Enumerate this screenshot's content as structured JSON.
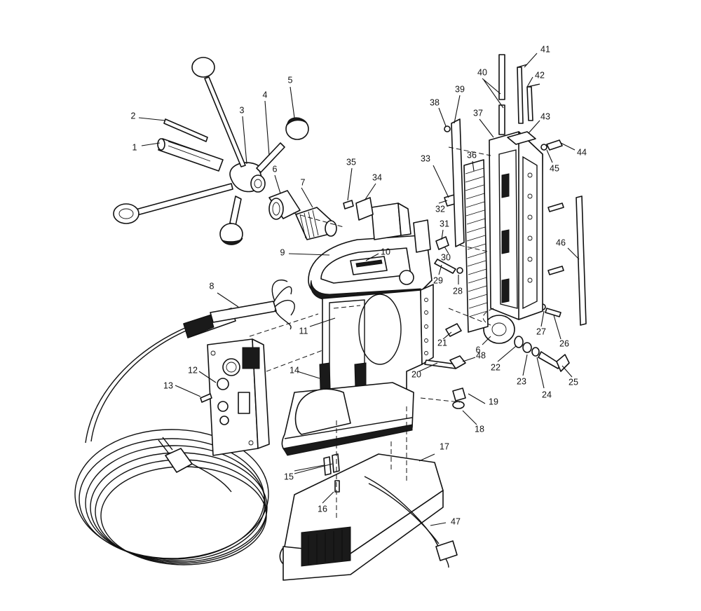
{
  "diagram": {
    "callouts": [
      {
        "id": "c1",
        "label": "1"
      },
      {
        "id": "c2",
        "label": "2"
      },
      {
        "id": "c3",
        "label": "3"
      },
      {
        "id": "c4",
        "label": "4"
      },
      {
        "id": "c5",
        "label": "5"
      },
      {
        "id": "c6a",
        "label": "6"
      },
      {
        "id": "c6b",
        "label": "6"
      },
      {
        "id": "c7",
        "label": "7"
      },
      {
        "id": "c8",
        "label": "8"
      },
      {
        "id": "c9",
        "label": "9"
      },
      {
        "id": "c10",
        "label": "10"
      },
      {
        "id": "c11",
        "label": "11"
      },
      {
        "id": "c12",
        "label": "12"
      },
      {
        "id": "c13",
        "label": "13"
      },
      {
        "id": "c14",
        "label": "14"
      },
      {
        "id": "c15",
        "label": "15"
      },
      {
        "id": "c16",
        "label": "16"
      },
      {
        "id": "c17",
        "label": "17"
      },
      {
        "id": "c18",
        "label": "18"
      },
      {
        "id": "c19",
        "label": "19"
      },
      {
        "id": "c20",
        "label": "20"
      },
      {
        "id": "c21",
        "label": "21"
      },
      {
        "id": "c22",
        "label": "22"
      },
      {
        "id": "c23",
        "label": "23"
      },
      {
        "id": "c24",
        "label": "24"
      },
      {
        "id": "c25",
        "label": "25"
      },
      {
        "id": "c26",
        "label": "26"
      },
      {
        "id": "c27",
        "label": "27"
      },
      {
        "id": "c28",
        "label": "28"
      },
      {
        "id": "c29",
        "label": "29"
      },
      {
        "id": "c30",
        "label": "30"
      },
      {
        "id": "c31",
        "label": "31"
      },
      {
        "id": "c32",
        "label": "32"
      },
      {
        "id": "c33",
        "label": "33"
      },
      {
        "id": "c34",
        "label": "34"
      },
      {
        "id": "c35",
        "label": "35"
      },
      {
        "id": "c36",
        "label": "36"
      },
      {
        "id": "c37",
        "label": "37"
      },
      {
        "id": "c38",
        "label": "38"
      },
      {
        "id": "c39",
        "label": "39"
      },
      {
        "id": "c40",
        "label": "40"
      },
      {
        "id": "c41",
        "label": "41"
      },
      {
        "id": "c42",
        "label": "42"
      },
      {
        "id": "c43",
        "label": "43"
      },
      {
        "id": "c44",
        "label": "44"
      },
      {
        "id": "c45",
        "label": "45"
      },
      {
        "id": "c46",
        "label": "46"
      },
      {
        "id": "c47",
        "label": "47"
      },
      {
        "id": "c48",
        "label": "48"
      }
    ],
    "colors": {
      "line": "#111111",
      "background": "#ffffff"
    }
  }
}
